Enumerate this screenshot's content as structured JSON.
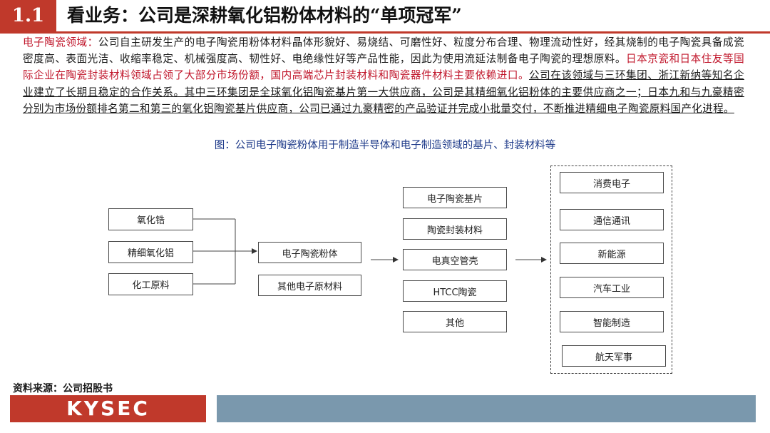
{
  "header": {
    "section_number": "1.1",
    "title": "看业务：公司是深耕氧化铝粉体材料的“单项冠军”"
  },
  "paragraph": {
    "lead": "电子陶瓷领域：",
    "text1": "公司自主研发生产的电子陶瓷用粉体材料晶体形貌好、易烧结、可磨性好、粒度分布合理、物理流动性好，经其烧制的电子陶瓷具备成瓷密度高、表面光洁、收缩率稳定、机械强度高、韧性好、电绝缘性好等产品性能，因此为使用流延法制备电子陶瓷的理想原料。",
    "red_text": "日本京瓷和日本住友等国际企业在陶瓷封装材料领域占领了大部分市场份额，国内高端芯片封装材料和陶瓷器件材料主要依赖进口。",
    "underlined_text": "公司在该领域与三环集团、浙江新纳等知名企业建立了长期且稳定的合作关系。其中三环集团是全球氧化铝陶瓷基片第一大供应商，公司是其精细氧化铝粉体的主要供应商之一；日本九和与九豪精密分别为市场份额排名第二和第三的氧化铝陶瓷基片供应商，公司已通过九豪精密的产品验证并完成小批量交付，不断推进精细电子陶瓷原料国产化进程。"
  },
  "caption": "图：公司电子陶瓷粉体用于制造半导体和电子制造领域的基片、封装材料等",
  "diagram": {
    "inputs": [
      "氧化锆",
      "精细氧化铝",
      "化工原料"
    ],
    "materials": [
      "电子陶瓷粉体",
      "其他电子原材料"
    ],
    "products": [
      "电子陶瓷基片",
      "陶瓷封装材料",
      "电真空管壳",
      "HTCC陶瓷",
      "其他"
    ],
    "applications": [
      "消费电子",
      "通信通讯",
      "新能源",
      "汽车工业",
      "智能制造",
      "航天军事"
    ]
  },
  "footer": {
    "source": "资料来源：公司招股书",
    "logo_text": "KYSEC",
    "colors": {
      "red": "#c0392b",
      "blue": "#7a98ad"
    }
  }
}
